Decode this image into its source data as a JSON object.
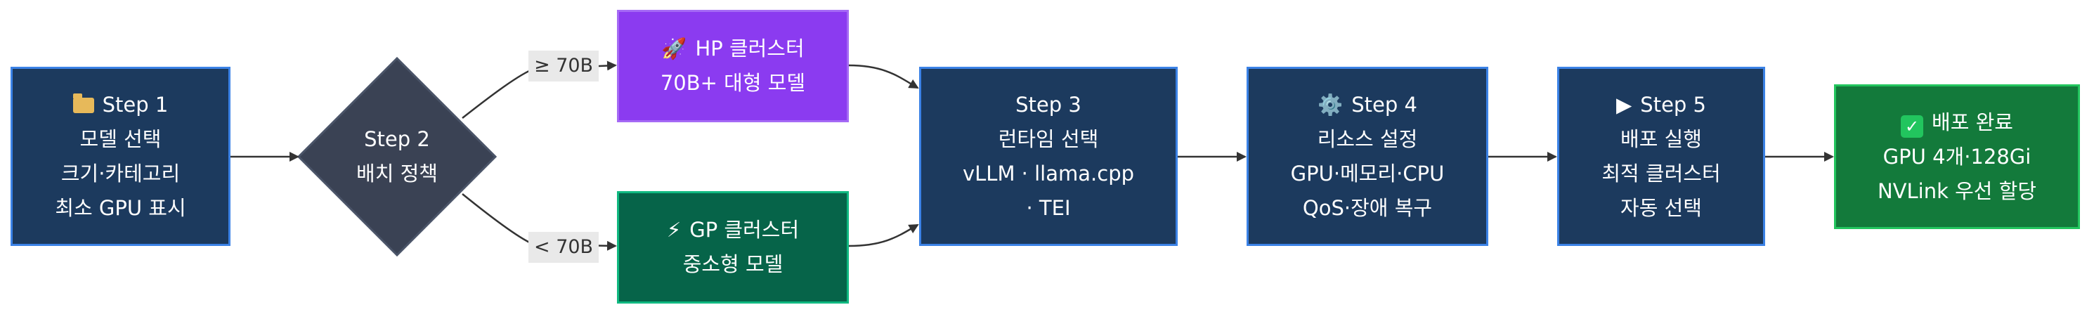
{
  "nodes": {
    "step1": {
      "title": "Step 1",
      "lines": [
        "모델 선택",
        "크기·카테고리",
        "최소 GPU 표시"
      ],
      "icon": "folder-icon"
    },
    "step2": {
      "title": "Step 2",
      "lines": [
        "배치 정책"
      ]
    },
    "hp": {
      "title": "HP 클러스터",
      "lines": [
        "70B+ 대형 모델"
      ],
      "icon": "rocket-icon",
      "icon_glyph": "🚀"
    },
    "gp": {
      "title": "GP 클러스터",
      "lines": [
        "중소형 모델"
      ],
      "icon": "lightning-icon",
      "icon_glyph": "⚡"
    },
    "step3": {
      "title": "Step 3",
      "lines": [
        "런타임 선택",
        "vLLM · llama.cpp",
        "· TEI"
      ]
    },
    "step4": {
      "title": "Step 4",
      "lines": [
        "리소스 설정",
        "GPU·메모리·CPU",
        "QoS·장애 복구"
      ],
      "icon": "gear-icon",
      "icon_glyph": "⚙️"
    },
    "step5": {
      "title": "Step 5",
      "lines": [
        "배포 실행",
        "최적 클러스터",
        "자동 선택"
      ],
      "icon": "play-icon",
      "icon_glyph": "▶"
    },
    "done": {
      "title": "배포 완료",
      "lines": [
        "GPU 4개·128Gi",
        "NVLink 우선 할당"
      ],
      "icon": "check-icon",
      "icon_glyph": "✓"
    }
  },
  "edges": {
    "upper_label": "≥ 70B",
    "lower_label": "< 70B"
  },
  "colors": {
    "blue_fill": "#1c3a5e",
    "blue_border": "#3b82e6",
    "diamond_fill": "#3a4254",
    "purple_fill": "#8b3bf0",
    "green_fill": "#066449",
    "done_fill": "#137a3b",
    "edge": "#333333"
  }
}
